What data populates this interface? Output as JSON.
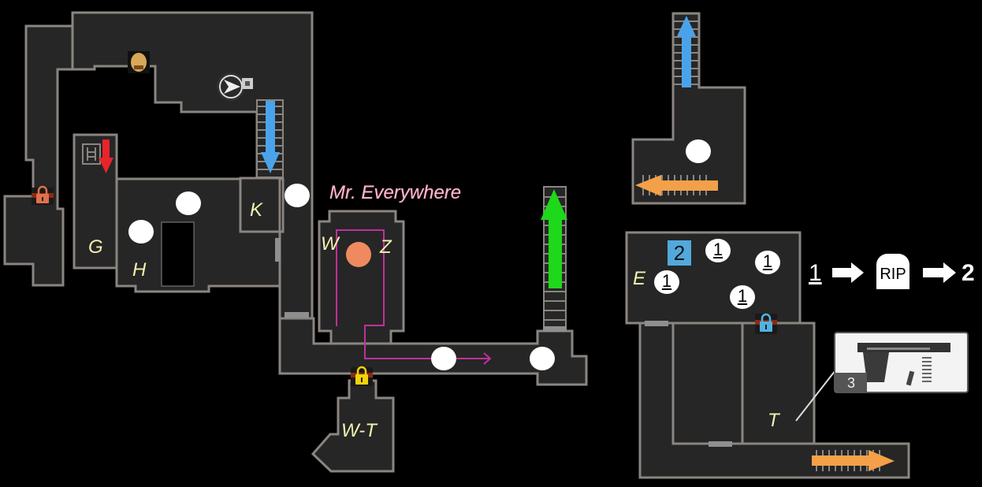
{
  "map": {
    "title_label": "Mr. Everywhere",
    "rooms": {
      "g": "G",
      "h": "H",
      "k": "K",
      "w": "W",
      "z": "Z",
      "wt": "W-T",
      "e": "E",
      "t": "T"
    },
    "markers": {
      "enemy_one": "1",
      "enemy_two": "2",
      "item_count": "3"
    },
    "legend": {
      "start": "1",
      "tombstone": "RIP",
      "end": "2"
    }
  },
  "colors": {
    "blue_arrow": "#4aa3ea",
    "red_arrow": "#e8242c",
    "green_arrow": "#1ed81a",
    "orange_arrow": "#f4a048",
    "path_line": "#c0309c",
    "boss_dot": "#ef8a60",
    "lock_orange": "#e0704a",
    "lock_yellow": "#f2d20a",
    "lock_blue": "#52b2e2"
  },
  "icons": [
    "npc-portrait-icon",
    "player-position-icon",
    "save-point-icon",
    "ladder-icon",
    "lock-icon",
    "tombstone-icon",
    "pistol-item-icon"
  ]
}
